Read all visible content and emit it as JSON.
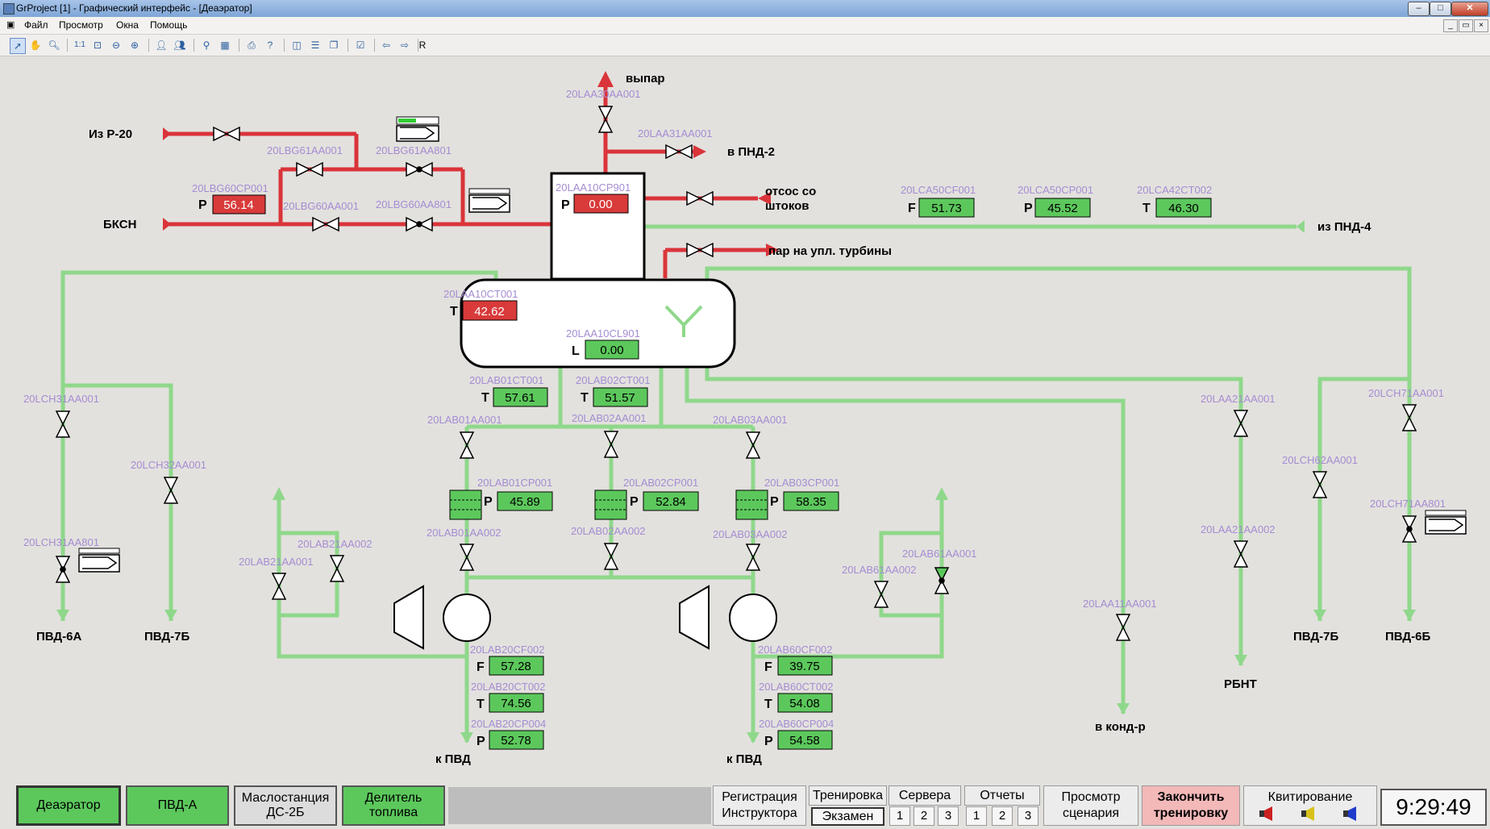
{
  "window": {
    "title": "GrProject [1] - Графический интерфейс - [Деаэратор]"
  },
  "menu": {
    "file": "Файл",
    "view": "Просмотр",
    "windows": "Окна",
    "help": "Помощь"
  },
  "toolbar": {
    "r_label": "R"
  },
  "colors": {
    "steam": "#d9343a",
    "water": "#8fd88b",
    "valve_green": "#5cc85c",
    "value_red": "#d93a3a",
    "tag": "#a48cd2"
  },
  "scheme": {
    "labels": {
      "iz_r20": "Из Р-20",
      "bksn": "БКСН",
      "vypar": "выпар",
      "v_pnd2": "в ПНД-2",
      "otsos1": "отсос со",
      "otsos2": "штоков",
      "iz_pnd4": "из ПНД-4",
      "par_upl": "пар на упл. турбины",
      "pvd6a": "ПВД-6А",
      "pvd7b_l": "ПВД-7Б",
      "pvd7b_r": "ПВД-7Б",
      "pvd6b": "ПВД-6Б",
      "rbnt": "РБНТ",
      "v_kond": "в конд-р",
      "k_pvd1": "к ПВД",
      "k_pvd2": "к ПВД"
    },
    "tags": {
      "t20LAA30AA001": "20LAA30AA001",
      "t20LAA31AA001": "20LAA31AA001",
      "t20LBG61AA001": "20LBG61AA001",
      "t20LBG61AA801": "20LBG61AA801",
      "t20LBG60CP001": "20LBG60CP001",
      "t20LBG60AA001": "20LBG60AA001",
      "t20LBG60AA801": "20LBG60AA801",
      "t20LAA10CP901": "20LAA10CP901",
      "t20LCA50CF001": "20LCA50CF001",
      "t20LCA50CP001": "20LCA50CP001",
      "t20LCA42CT002": "20LCA42CT002",
      "t20LAA10CT001": "20LAA10CT001",
      "t20LAA10CL901": "20LAA10CL901",
      "t20LAB01CT001": "20LAB01CT001",
      "t20LAB02CT001": "20LAB02CT001",
      "t20LAB01AA001": "20LAB01AA001",
      "t20LAB02AA001": "20LAB02AA001",
      "t20LAB03AA001": "20LAB03AA001",
      "t20LAB01CP001": "20LAB01CP001",
      "t20LAB02CP001": "20LAB02CP001",
      "t20LAB03CP001": "20LAB03CP001",
      "t20LAB01AA002": "20LAB01AA002",
      "t20LAB02AA002": "20LAB02AA002",
      "t20LAB03AA002": "20LAB03AA002",
      "t20LCH31AA001": "20LCH31AA001",
      "t20LCH32AA001": "20LCH32AA001",
      "t20LCH31AA801": "20LCH31AA801",
      "t20LAB21AA002": "20LAB21AA002",
      "t20LAB21AA001": "20LAB21AA001",
      "t20LAB61AA001": "20LAB61AA001",
      "t20LAB61AA002": "20LAB61AA002",
      "t20LAA11AA001": "20LAA11AA001",
      "t20LAA21AA001": "20LAA21AA001",
      "t20LAA21AA002": "20LAA21AA002",
      "t20LCH71AA001": "20LCH71AA001",
      "t20LCH62AA001": "20LCH62AA001",
      "t20LCH71AA801": "20LCH71AA801",
      "t20LAB20CF002": "20LAB20CF002",
      "t20LAB20CT002": "20LAB20CT002",
      "t20LAB20CP004": "20LAB20CP004",
      "t20LAB60CF002": "20LAB60CF002",
      "t20LAB60CT002": "20LAB60CT002",
      "t20LAB60CP004": "20LAB60CP004"
    },
    "letters": {
      "P": "P",
      "T": "T",
      "F": "F",
      "L": "L"
    },
    "values": {
      "lbg60cp001": "56.14",
      "laa10cp901": "0.00",
      "lca50cf001": "51.73",
      "lca50cp001": "45.52",
      "lca42ct002": "46.30",
      "laa10ct001": "42.62",
      "laa10cl901": "0.00",
      "lab01ct001": "57.61",
      "lab02ct001": "51.57",
      "lab01cp001": "45.89",
      "lab02cp001": "52.84",
      "lab03cp001": "58.35",
      "lab20cf002": "57.28",
      "lab20ct002": "74.56",
      "lab20cp004": "52.78",
      "lab60cf002": "39.75",
      "lab60ct002": "54.08",
      "lab60cp004": "54.58"
    }
  },
  "bottom": {
    "deaerator": "Деаэратор",
    "pvd_a": "ПВД-А",
    "oil_station": "Маслостанция ДС-2Б",
    "fuel_divider": "Делитель топлива",
    "registration": "Регистрация Инструктора",
    "training": "Тренировка",
    "exam": "Экзамен",
    "servers": "Сервера",
    "reports": "Отчеты",
    "n1": "1",
    "n2": "2",
    "n3": "3",
    "r1": "1",
    "r2": "2",
    "r3": "3",
    "scenario_view": "Просмотр сценария",
    "finish_training": "Закончить тренировку",
    "acknowledge": "Квитирование",
    "clock": "9:29:49"
  }
}
